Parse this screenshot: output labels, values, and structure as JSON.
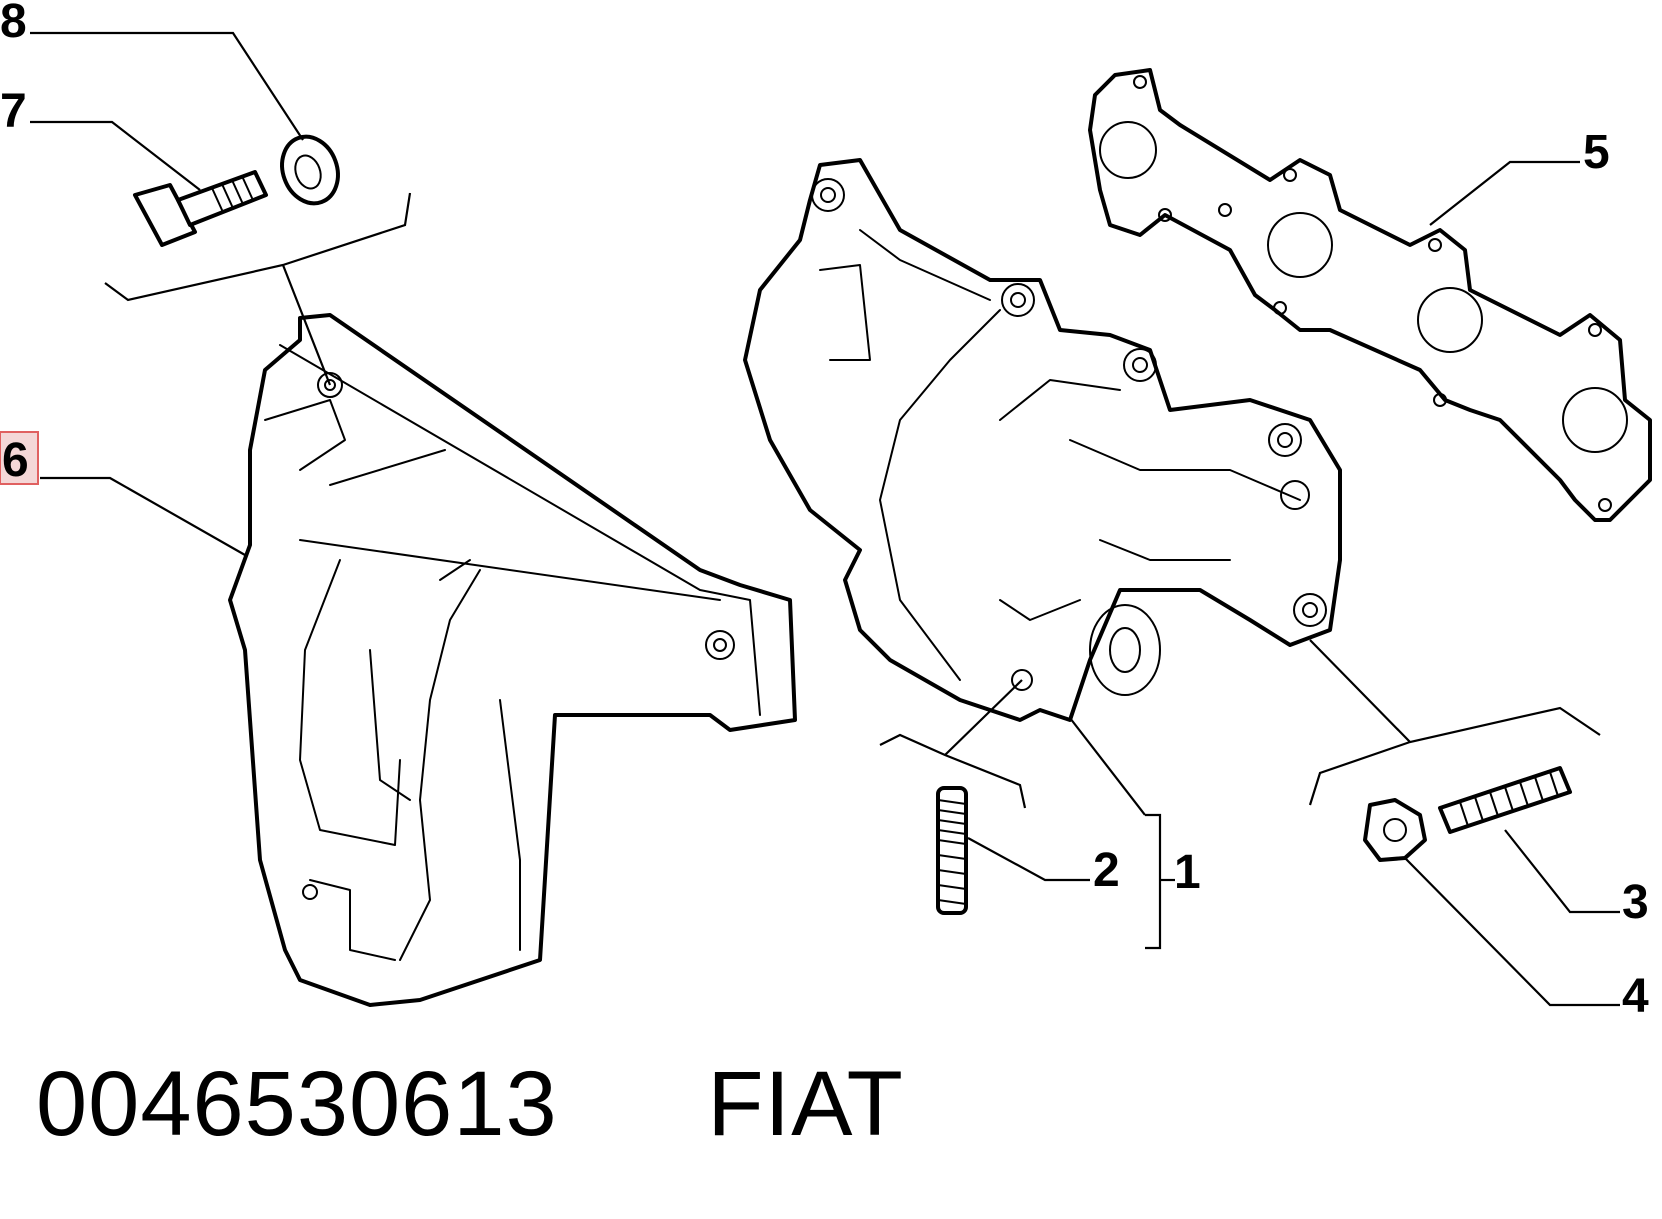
{
  "diagram": {
    "callouts": [
      {
        "id": "8",
        "label": "8"
      },
      {
        "id": "7",
        "label": "7"
      },
      {
        "id": "6",
        "label": "6",
        "highlighted": true,
        "highlight_color": "#e06060"
      },
      {
        "id": "5",
        "label": "5"
      },
      {
        "id": "1",
        "label": "1"
      },
      {
        "id": "2",
        "label": "2"
      },
      {
        "id": "3",
        "label": "3"
      },
      {
        "id": "4",
        "label": "4"
      }
    ]
  },
  "caption": {
    "part_number": "0046530613",
    "brand": "FIAT"
  },
  "colors": {
    "ink": "#000000",
    "background": "#ffffff",
    "highlight_box": "#e06060",
    "highlight_fill": "#f4d7d7"
  }
}
